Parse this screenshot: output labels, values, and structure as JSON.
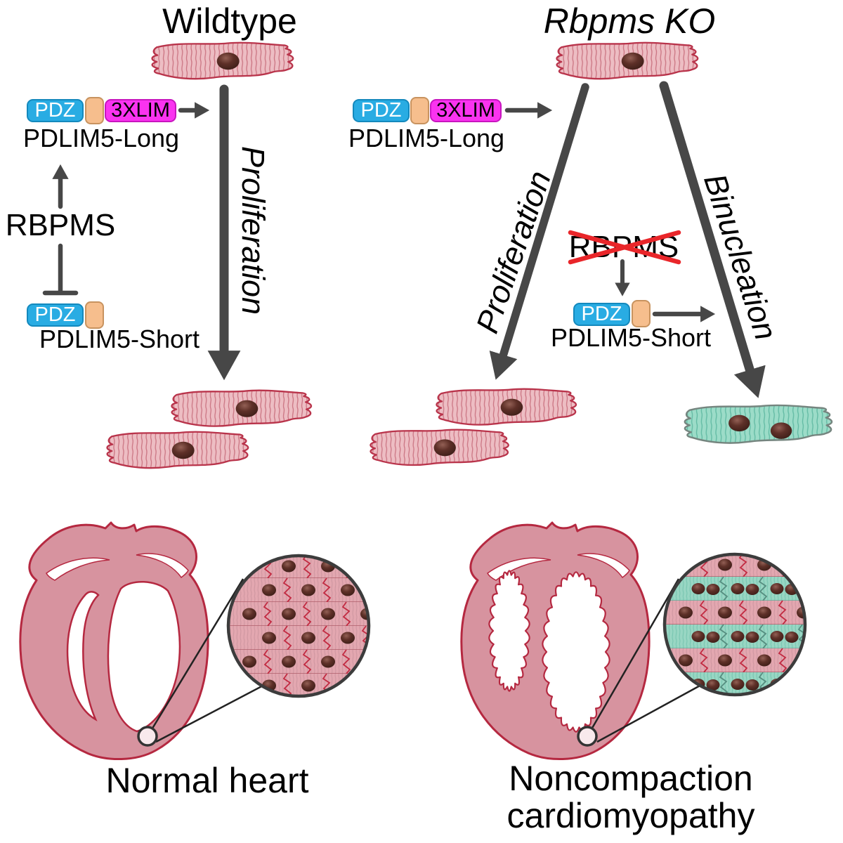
{
  "wildtype": {
    "title": "Wildtype",
    "pdlim5_long": {
      "pdz": "PDZ",
      "lim": "3XLIM",
      "name": "PDLIM5-Long"
    },
    "rbpms": "RBPMS",
    "pdlim5_short": {
      "pdz": "PDZ",
      "name": "PDLIM5-Short"
    },
    "proliferation_label": "Proliferation",
    "heart_caption": "Normal heart"
  },
  "rbpms_ko": {
    "title": "Rbpms KO",
    "pdlim5_long": {
      "pdz": "PDZ",
      "lim": "3XLIM",
      "name": "PDLIM5-Long"
    },
    "rbpms": "RBPMS",
    "pdlim5_short": {
      "pdz": "PDZ",
      "name": "PDLIM5-Short"
    },
    "proliferation_label": "Proliferation",
    "binucleation_label": "Binucleation",
    "heart_caption_line1": "Noncompaction",
    "heart_caption_line2": "cardiomyopathy"
  },
  "colors": {
    "pdz_domain_blue": "#29ACE3",
    "linker_orange": "#F6BE8D",
    "lim_domain_magenta": "#FA33F0",
    "arrow_gray": "#474747",
    "knockout_cross_red": "#E9262A",
    "cardiomyocyte_pink": "#EDBDC3",
    "binucleated_cell_teal": "#9CDCC8",
    "heart_fill": "#D7939F",
    "heart_outline": "#B52840"
  }
}
